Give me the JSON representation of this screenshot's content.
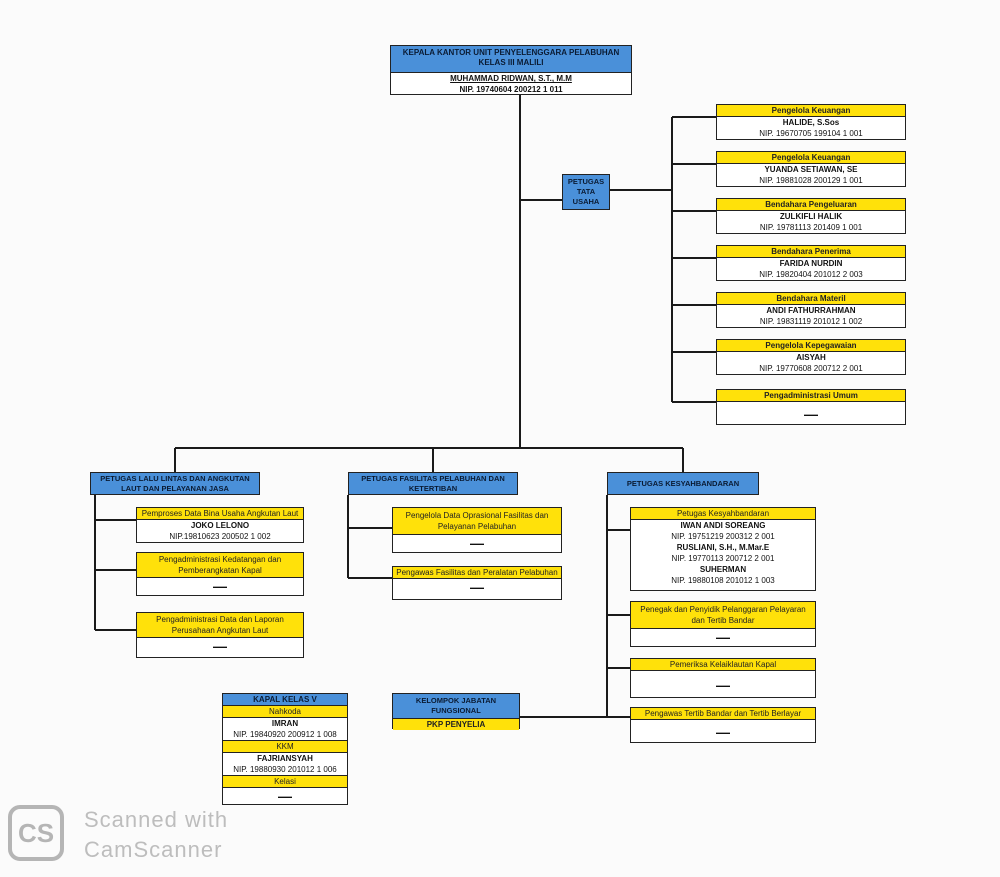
{
  "head": {
    "title": "KEPALA KANTOR UNIT PENYELENGGARA PELABUHAN KELAS III MALILI",
    "name": "MUHAMMAD RIDWAN, S.T., M.M",
    "nip": "NIP. 19740604 200212 1 011"
  },
  "tata_usaha": {
    "title": "PETUGAS TATA USAHA",
    "items": [
      {
        "role": "Pengelola Keuangan",
        "name": "HALIDE, S.Sos",
        "nip": "NIP. 19670705 199104 1 001"
      },
      {
        "role": "Pengelola Keuangan",
        "name": "YUANDA SETIAWAN, SE",
        "nip": "NIP. 19881028 200129 1 001"
      },
      {
        "role": "Bendahara Pengeluaran",
        "name": "ZULKIFLI HALIK",
        "nip": "NIP. 19781113 201409 1 001"
      },
      {
        "role": "Bendahara Penerima",
        "name": "FARIDA NURDIN",
        "nip": "NIP. 19820404 201012 2 003"
      },
      {
        "role": "Bendahara Materil",
        "name": "ANDI FATHURRAHMAN",
        "nip": "NIP. 19831119 201012 1 002"
      },
      {
        "role": "Pengelola Kepegawaian",
        "name": "AISYAH",
        "nip": "NIP. 19770608 200712 2 001"
      },
      {
        "role": "Pengadministrasi Umum",
        "dash": "—"
      }
    ]
  },
  "lalu_lintas": {
    "title": "PETUGAS LALU LINTAS DAN ANGKUTAN LAUT DAN PELAYANAN JASA",
    "items": [
      {
        "role": "Pemproses Data Bina Usaha Angkutan Laut",
        "name": "JOKO LELONO",
        "nip": "NIP.19810623 200502 1 002"
      },
      {
        "role": "Pengadministrasi Kedatangan dan Pemberangkatan Kapal",
        "dash": "—"
      },
      {
        "role": "Pengadministrasi Data dan Laporan Perusahaan Angkutan Laut",
        "dash": "—"
      }
    ]
  },
  "fasilitas": {
    "title": "PETUGAS FASILITAS PELABUHAN DAN KETERTIBAN",
    "items": [
      {
        "role": "Pengelola Data Oprasional Fasilitas dan Pelayanan Pelabuhan",
        "dash": "—"
      },
      {
        "role": "Pengawas Fasilitas dan Peralatan Pelabuhan",
        "dash": "—"
      }
    ]
  },
  "kesyahbandaran": {
    "title": "PETUGAS KESYAHBANDARAN",
    "items": [
      {
        "role": "Petugas Kesyahbandaran",
        "people": [
          {
            "name": "IWAN ANDI SOREANG",
            "nip": "NIP. 19751219 200312 2 001"
          },
          {
            "name": "RUSLIANI, S.H., M.Mar.E",
            "nip": "NIP. 19770113 200712 2 001"
          },
          {
            "name": "SUHERMAN",
            "nip": "NIP. 19880108 201012 1 003"
          }
        ]
      },
      {
        "role": "Penegak dan Penyidik Pelanggaran Pelayaran dan Tertib Bandar",
        "dash": "—"
      },
      {
        "role": "Pemeriksa Kelaiklautan Kapal",
        "dash": "—"
      },
      {
        "role": "Pengawas Tertib Bandar dan Tertib Berlayar",
        "dash": "—"
      }
    ]
  },
  "kapal": {
    "title": "KAPAL KELAS V",
    "nahkoda_label": "Nahkoda",
    "nahkoda_name": "IMRAN",
    "nahkoda_nip": "NIP. 19840920 200912 1 008",
    "kkm_label": "KKM",
    "kkm_name": "FAJRIANSYAH",
    "kkm_nip": "NIP. 19880930 201012 1 006",
    "kelasi_label": "Kelasi",
    "kelasi_dash": "—"
  },
  "fungsional": {
    "title": "KELOMPOK JABATAN FUNGSIONAL",
    "item": "PKP PENYELIA"
  },
  "watermark": {
    "logo": "CS",
    "line1": "Scanned with",
    "line2": "CamScanner"
  },
  "colors": {
    "blue": "#4a90d9",
    "yellow": "#ffe10a"
  }
}
